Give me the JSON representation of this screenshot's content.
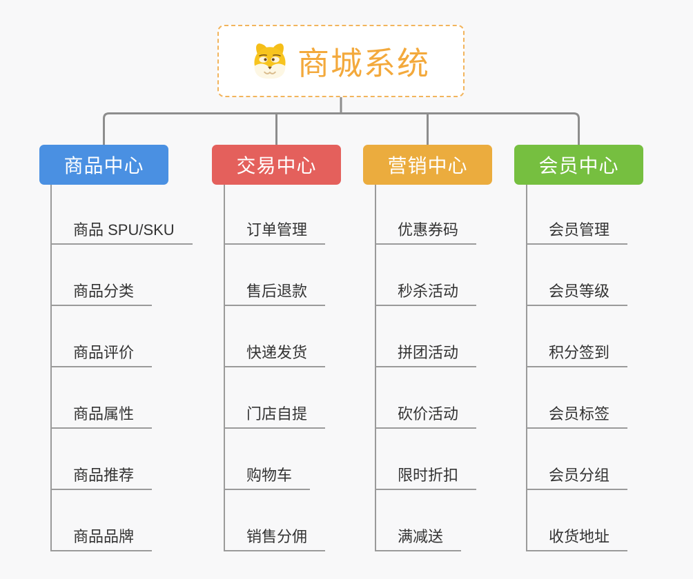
{
  "root": {
    "title": "商城系统",
    "icon": "shiba-dog-icon"
  },
  "branches": [
    {
      "label": "商品中心",
      "color": "#4a90e2",
      "items": [
        "商品 SPU/SKU",
        "商品分类",
        "商品评价",
        "商品属性",
        "商品推荐",
        "商品品牌"
      ]
    },
    {
      "label": "交易中心",
      "color": "#e4605c",
      "items": [
        "订单管理",
        "售后退款",
        "快递发货",
        "门店自提",
        "购物车",
        "销售分佣"
      ]
    },
    {
      "label": "营销中心",
      "color": "#ebac3e",
      "items": [
        "优惠券码",
        "秒杀活动",
        "拼团活动",
        "砍价活动",
        "限时折扣",
        "满减送"
      ]
    },
    {
      "label": "会员中心",
      "color": "#76bf40",
      "items": [
        "会员管理",
        "会员等级",
        "积分签到",
        "会员标签",
        "会员分组",
        "收货地址"
      ]
    }
  ],
  "colors": {
    "background": "#f8f8f9",
    "connector": "#8d8d8d",
    "underline": "#9a9a9a",
    "item_text": "#333333",
    "root_border": "#f2b45c",
    "root_title": "#f3a93c"
  }
}
